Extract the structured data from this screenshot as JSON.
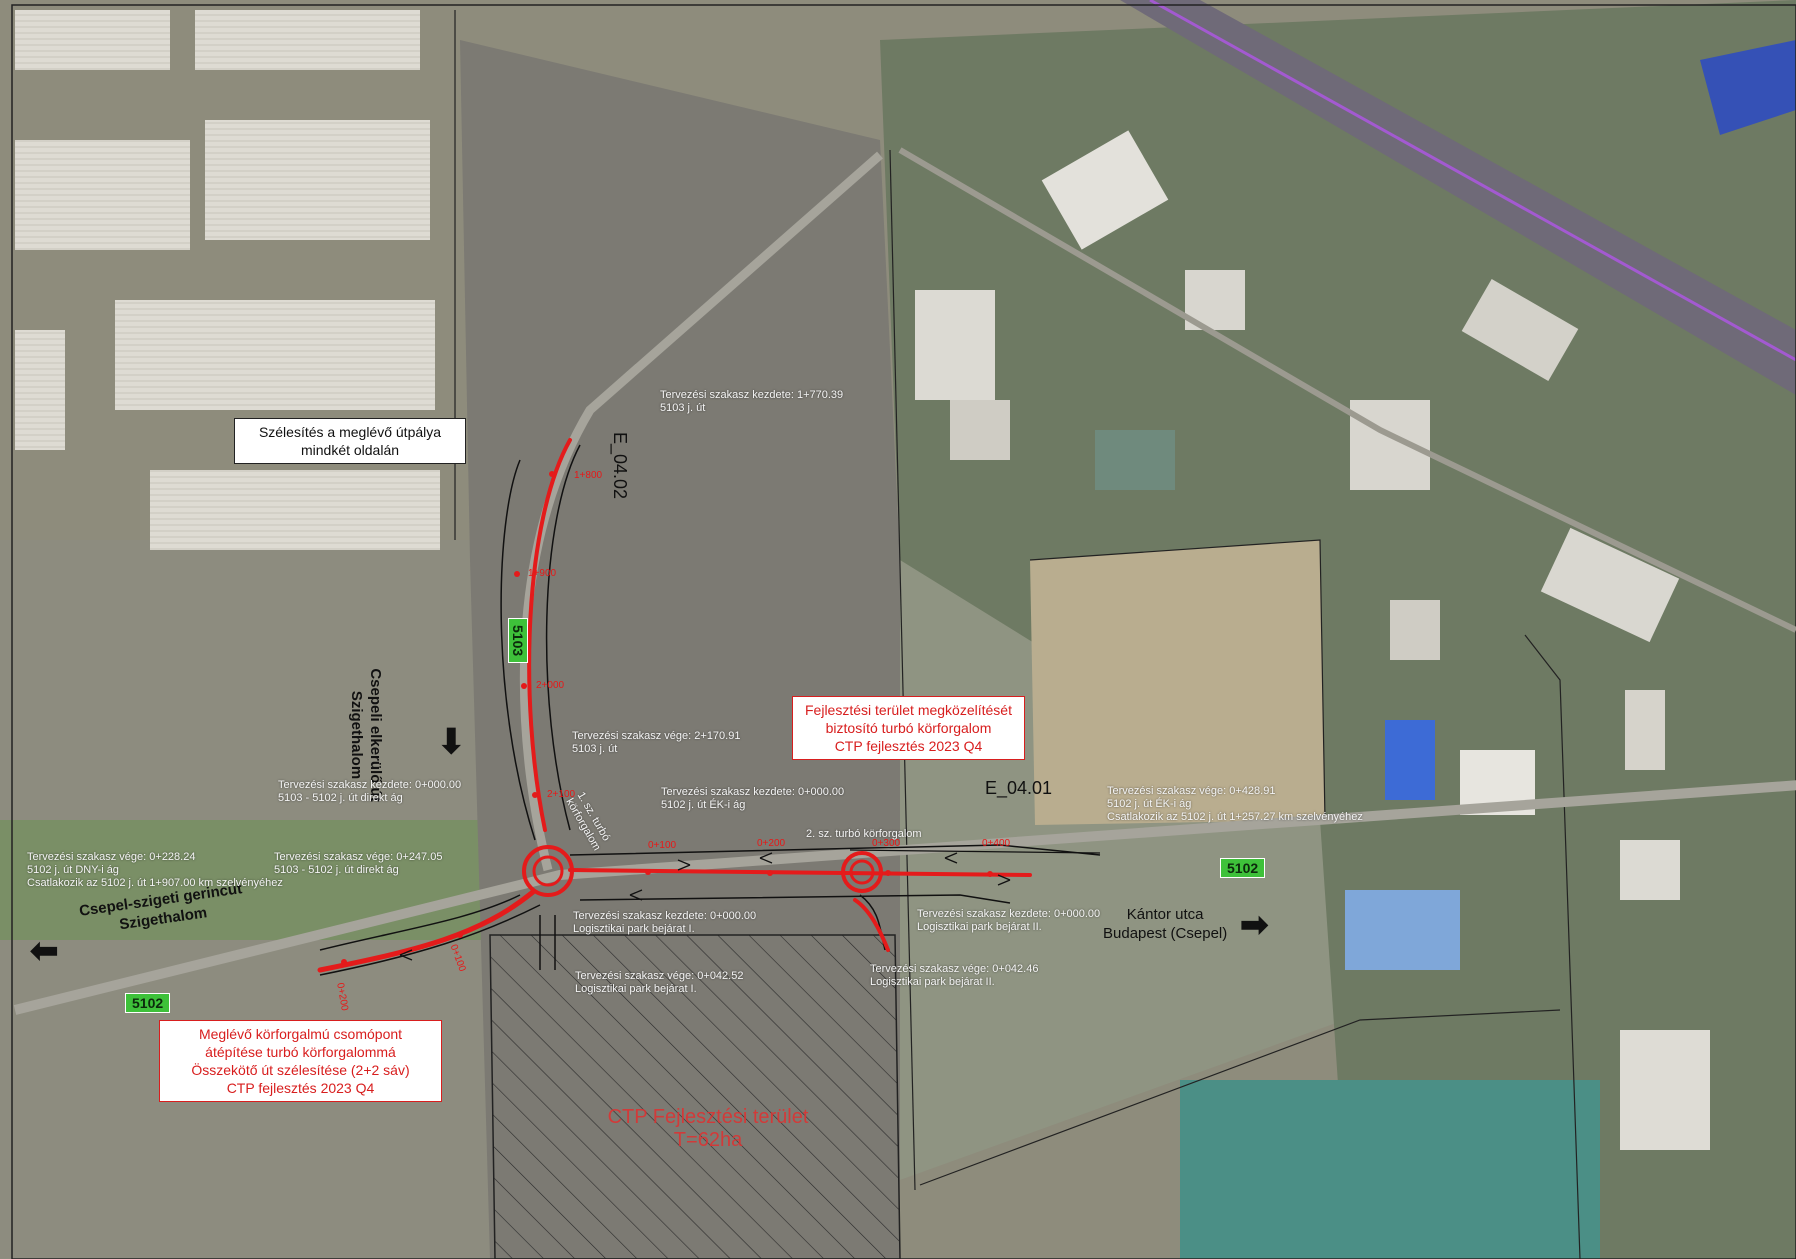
{
  "boxes": {
    "widening": [
      "Szélesítés a meglévő útpálya",
      "mindkét oldalán"
    ],
    "turbo": [
      "Fejlesztési terület megközelítését",
      "biztosító turbó körforgalom",
      "CTP fejlesztés 2023 Q4"
    ],
    "existing": [
      "Meglévő körforgalmú csomópont",
      "átépítése turbó körforgalommá",
      "Összekötő út szélesítése (2+2 sáv)",
      "CTP fejlesztés 2023 Q4"
    ]
  },
  "directions": {
    "csepeli": [
      "Csepeli elkerülő út",
      "Szigethalom"
    ],
    "gerincut": [
      "Csepel-szigeti gerincút",
      "Szigethalom"
    ],
    "kantor": [
      "Kántor utca",
      "Budapest (Csepel)"
    ]
  },
  "ids": {
    "e0402": "E_04.02",
    "e0401": "E_04.01"
  },
  "shields": {
    "r5103": "5103",
    "r5102_east": "5102",
    "r5102_west": "5102"
  },
  "labels": {
    "t5103_start": [
      "Tervezési szakasz kezdete: 1+770.39",
      "5103 j. út"
    ],
    "t5103_end": [
      "Tervezési szakasz vége: 2+170.91",
      "5103 j. út"
    ],
    "t5103_5102_start": [
      "Tervezési szakasz kezdete: 0+000.00",
      "5103 - 5102 j. út direkt ág"
    ],
    "t5102_ek_start": [
      "Tervezési szakasz kezdete: 0+000.00",
      "5102 j. út ÉK-i ág"
    ],
    "t5102_ek_end": [
      "Tervezési szakasz vége: 0+428.91",
      "5102 j. út ÉK-i ág",
      "Csatlakozik az 5102 j. út 1+257.27 km szelvényéhez"
    ],
    "t5102_dny_end": [
      "Tervezési szakasz vége: 0+228.24",
      "5102 j. út DNY-i ág",
      "Csatlakozik az 5102 j. út 1+907.00 km szelvényéhez"
    ],
    "t5103_5102_end": [
      "Tervezési szakasz vége: 0+247.05",
      "5103 - 5102 j. út direkt ág"
    ],
    "tpark1_start": [
      "Tervezési szakasz kezdete: 0+000.00",
      "Logisztikai park bejárat I."
    ],
    "tpark1_end": [
      "Tervezési szakasz vége: 0+042.52",
      "Logisztikai park bejárat I."
    ],
    "tpark2_start": [
      "Tervezési szakasz kezdete: 0+000.00",
      "Logisztikai park bejárat II."
    ],
    "tpark2_end": [
      "Tervezési szakasz vége: 0+042.46",
      "Logisztikai park bejárat II."
    ],
    "rb1": [
      "1. sz. turbó",
      "körforgalom"
    ],
    "rb2": "2. sz. turbó körforgalom"
  },
  "stations": {
    "s1": "1+800",
    "s2": "1+900",
    "s3": "2+000",
    "s4": "2+100",
    "s5": "0+100",
    "s6": "0+200",
    "s7": "0+300",
    "s8": "0+400",
    "s9": "0+100",
    "s10": "0+200"
  },
  "area": [
    "CTP Fejlesztési terület",
    "T=62ha"
  ],
  "colors": {
    "route": "#e41b1b",
    "shield": "#3ec13a",
    "black": "#111111"
  }
}
